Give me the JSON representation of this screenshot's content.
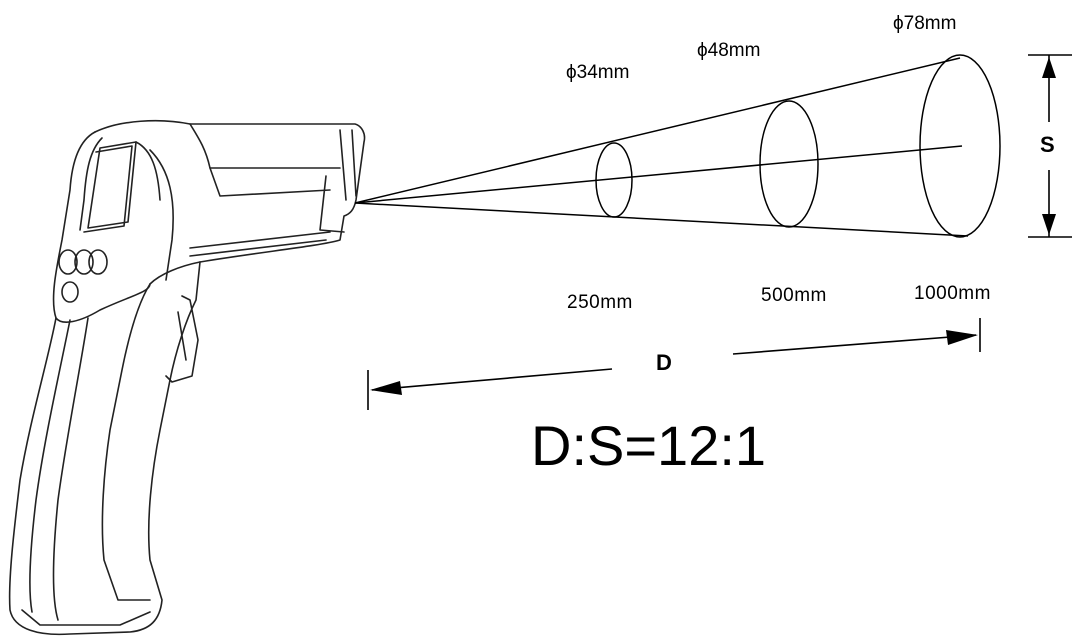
{
  "diagram": {
    "diameters": [
      {
        "label": "ϕ34mm",
        "distance": "250mm"
      },
      {
        "label": "ϕ48mm",
        "distance": "500mm"
      },
      {
        "label": "ϕ78mm",
        "distance": "1000mm"
      }
    ],
    "spot_label": "S",
    "distance_label": "D",
    "ratio": "D:S=12:1"
  }
}
